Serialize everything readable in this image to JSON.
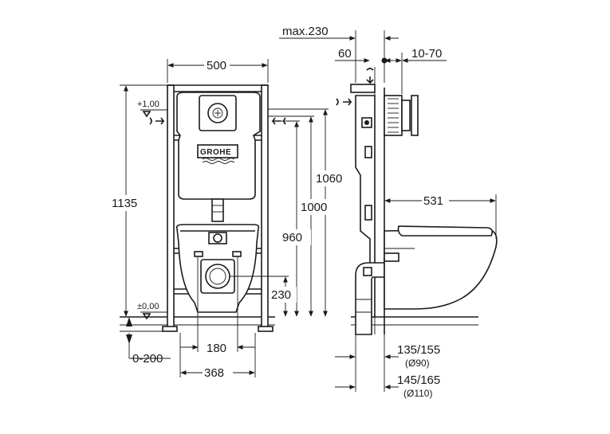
{
  "brand": {
    "logo_text": "GROHE"
  },
  "front_view": {
    "width_label": "500",
    "total_height_label": "1135",
    "level_top_label": "+1,00",
    "level_floor_label": "±0,00",
    "height_1060_label": "1060",
    "height_1000_label": "1000",
    "height_960_label": "960",
    "height_230_label": "230",
    "floor_adjust_label": "0-200",
    "bolt_spacing_label": "180",
    "foot_spacing_label": "368"
  },
  "side_view": {
    "max_depth_label": "max.230",
    "offset_60_label": "60",
    "wall_range_label": "10-70",
    "projection_label": "531",
    "pipe_135_label": "135/155",
    "pipe_90_label": "(Ø90)",
    "pipe_145_label": "145/165",
    "pipe_110_label": "(Ø110)"
  }
}
